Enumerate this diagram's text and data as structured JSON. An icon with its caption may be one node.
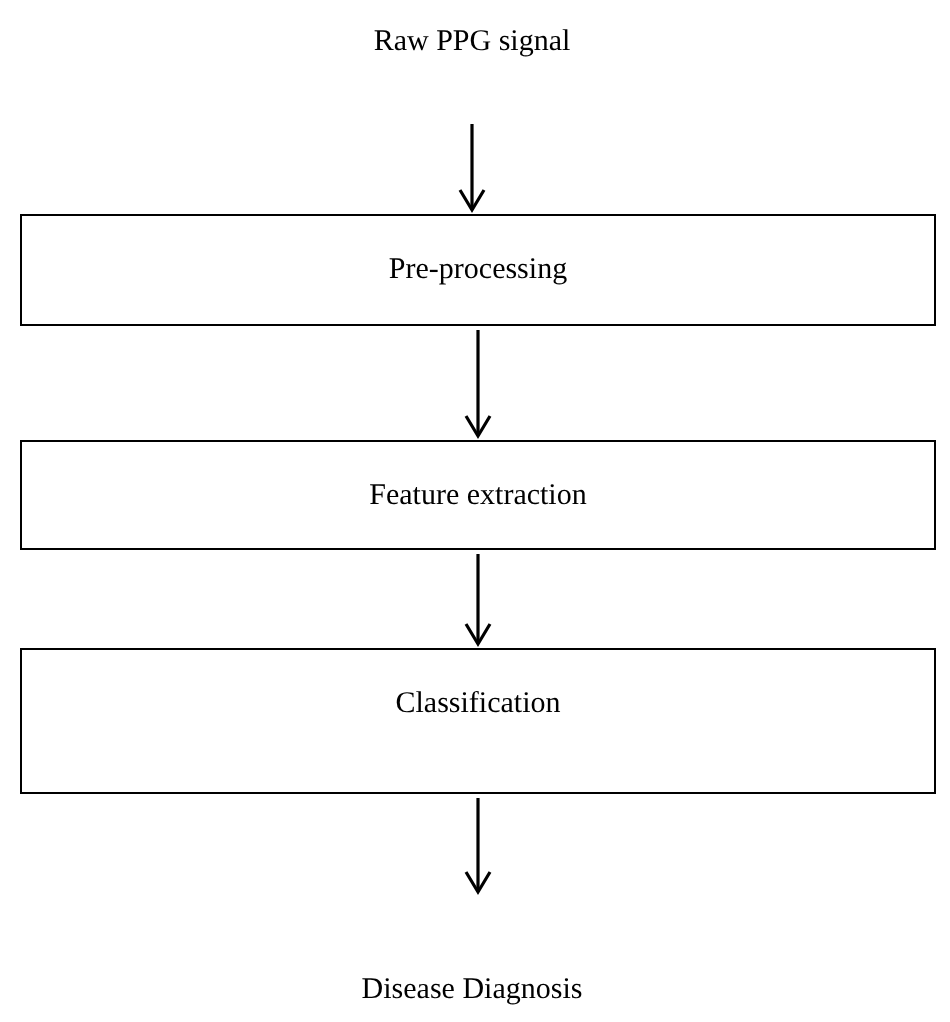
{
  "diagram": {
    "nodes": [
      {
        "text": [
          "Raw PPG signal"
        ]
      },
      {
        "text": [
          "Pre-processing"
        ]
      },
      {
        "text": [
          "Feature extraction"
        ]
      },
      {
        "text": [
          "Classification"
        ]
      },
      {
        "text": [
          "Disease Diagnosis"
        ]
      }
    ],
    "edges": [
      {
        "from": 0,
        "to": 1,
        "arrow": "to"
      },
      {
        "from": 1,
        "to": 2,
        "arrow": "to"
      },
      {
        "from": 2,
        "to": 3,
        "arrow": "to"
      },
      {
        "from": 3,
        "to": 4,
        "arrow": "to"
      }
    ]
  }
}
